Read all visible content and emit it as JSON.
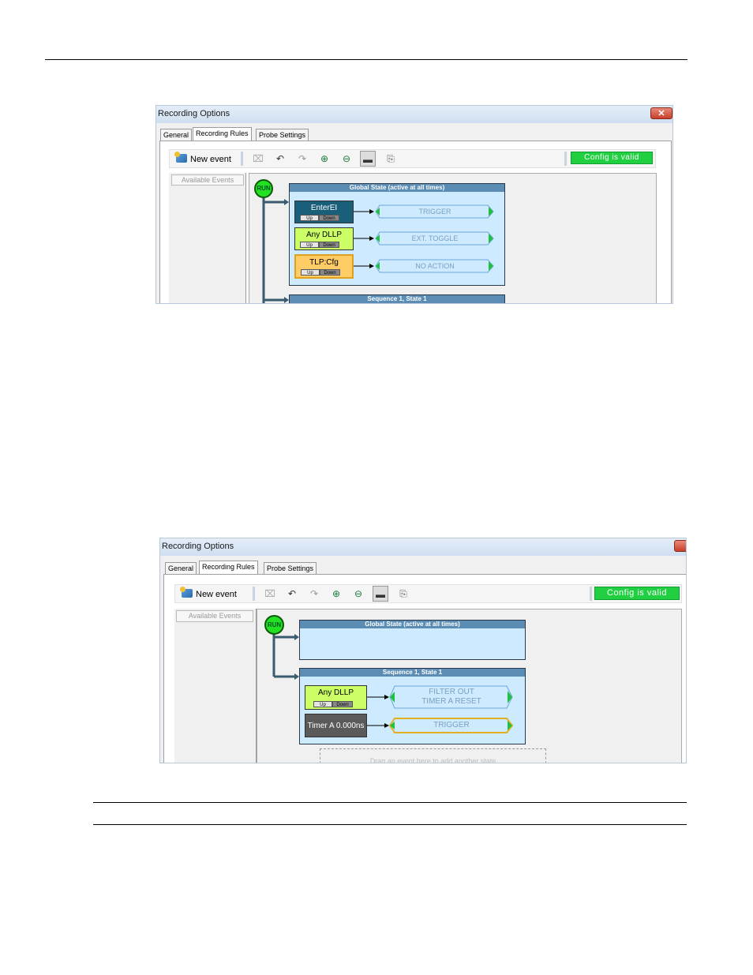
{
  "colors": {
    "run": "#22e022",
    "config_valid": "#20d040",
    "state_header": "#5a8cb4",
    "state_body": "#cdeaff",
    "event_blue": "#1a5f7a",
    "event_lime": "#ccff66",
    "event_orange": "#ffcc66",
    "event_gray": "#5a5a5a"
  },
  "icons": {
    "new_event": "new-event-icon",
    "delete": "delete-icon",
    "undo": "undo-icon",
    "redo": "redo-icon",
    "zoom_in": "zoom-in-icon",
    "zoom_out": "zoom-out-icon",
    "view": "view-mode-icon",
    "export": "export-icon",
    "close": "close-icon"
  },
  "win1": {
    "title": "Recording Options",
    "close": "✕",
    "tabs": [
      "General",
      "Recording Rules",
      "Probe Settings"
    ],
    "active_tab": "Recording Rules",
    "toolbar": {
      "new_event": "New event",
      "config": "Config is valid"
    },
    "sidebar": {
      "available": "Available Events"
    },
    "run": "RUN",
    "global_state": {
      "header": "Global State (active at all times)",
      "rows": [
        {
          "event": "EnterEI",
          "up": "Up",
          "down": "Down",
          "action": "TRIGGER"
        },
        {
          "event": "Any DLLP",
          "up": "Up",
          "down": "Down",
          "action": "EXT. TOGGLE"
        },
        {
          "event": "TLP:Cfg",
          "up": "Up",
          "down": "Down",
          "action": "NO ACTION"
        }
      ]
    },
    "sequence_header": "Sequence 1, State 1"
  },
  "win2": {
    "title": "Recording Options",
    "tabs": [
      "General",
      "Recording Rules",
      "Probe Settings"
    ],
    "active_tab": "Recording Rules",
    "toolbar": {
      "new_event": "New event",
      "config": "Config is valid"
    },
    "sidebar": {
      "available": "Available Events"
    },
    "run": "RUN",
    "global_state": {
      "header": "Global State (active at all times)"
    },
    "sequence": {
      "header": "Sequence 1, State 1",
      "rows": [
        {
          "event": "Any DLLP",
          "up": "Up",
          "down": "Down",
          "action_line1": "FILTER OUT",
          "action_line2": "TIMER A RESET"
        },
        {
          "event": "Timer A 0.000ns",
          "action": "TRIGGER"
        }
      ]
    },
    "drag_hint": "Drag an event here to add another state"
  }
}
